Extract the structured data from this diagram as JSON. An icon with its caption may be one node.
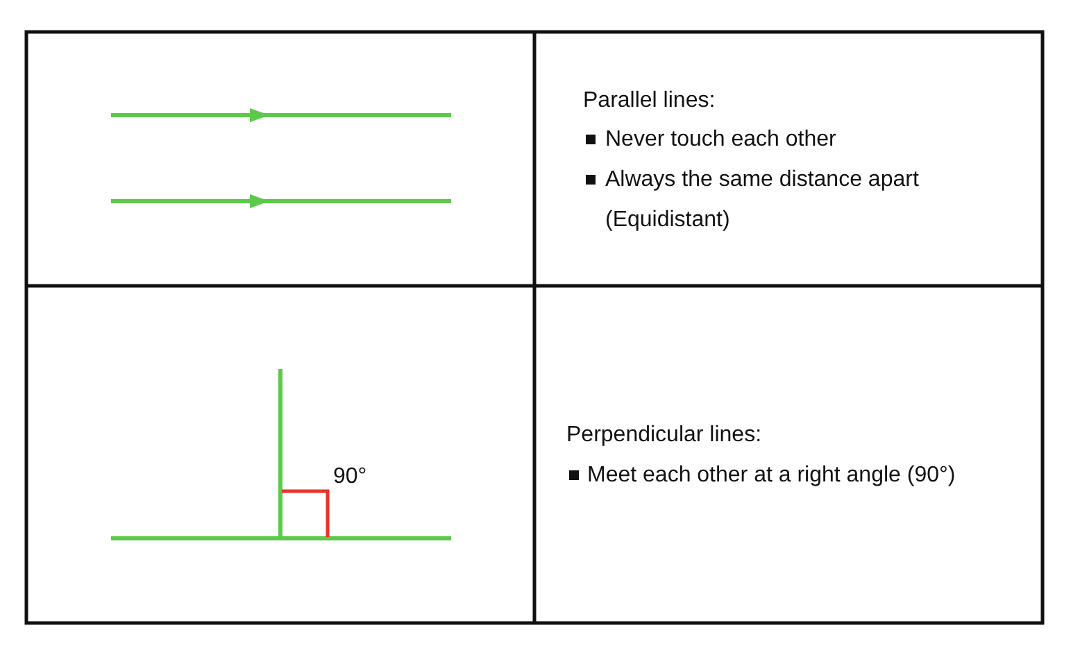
{
  "diagram": {
    "labels": [
      "Parallel lines:",
      "Never touch each other",
      "Always the same distance apart (Equidistant)",
      "90°",
      "Perpendicular lines:",
      "Meet each other at a right angle (90°)"
    ]
  }
}
